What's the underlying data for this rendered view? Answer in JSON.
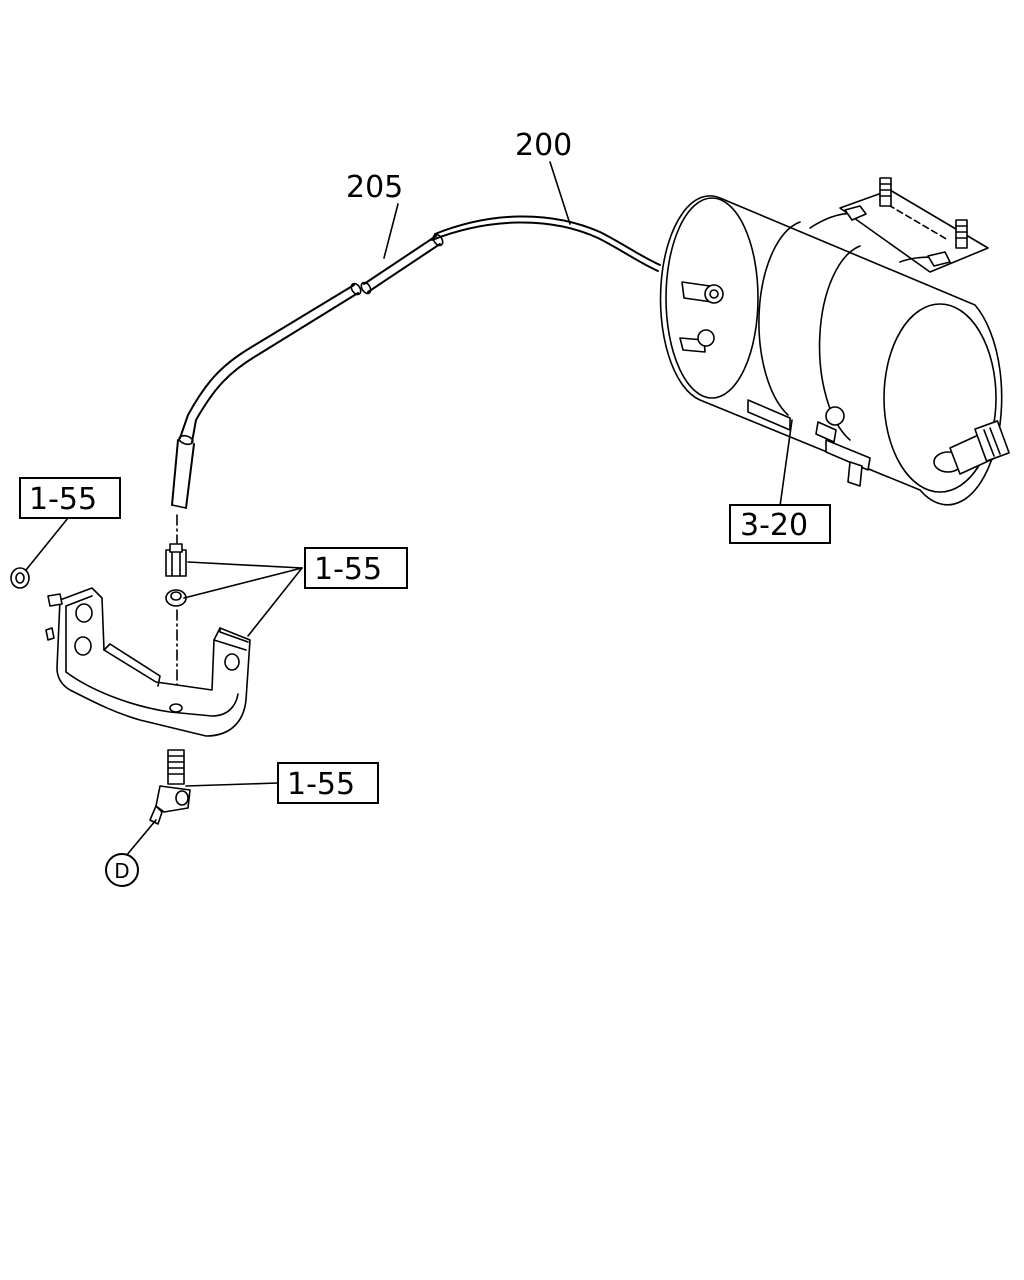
{
  "labels": {
    "part_200": "200",
    "part_205": "205",
    "ref_a": "1-55",
    "ref_b": "1-55",
    "ref_c": "1-55",
    "ref_d": "3-20",
    "connector": "D"
  }
}
